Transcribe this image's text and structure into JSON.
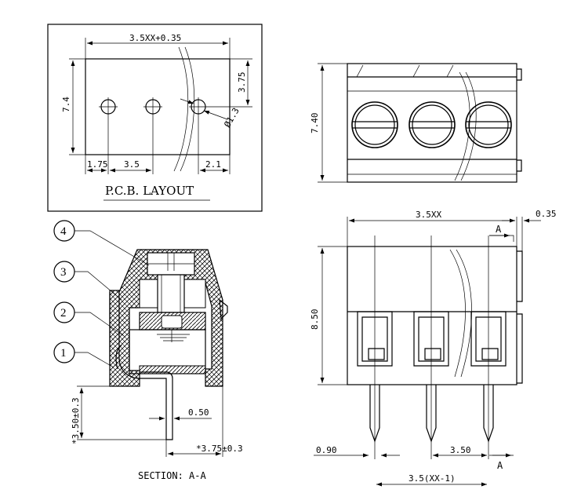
{
  "pcb_layout": {
    "title": "P.C.B.  LAYOUT",
    "dim_top": "3.5XX+0.35",
    "dim_left": "7.4",
    "dim_right": "3.75",
    "dim_hole": "Ø1.3",
    "dim_b1": "1.75",
    "dim_b2": "3.5",
    "dim_b3": "2.1"
  },
  "top_view": {
    "dim_height": "7.40"
  },
  "front_view": {
    "dim_top": "3.5XX",
    "dim_top_right": "0.35",
    "dim_height": "8.50",
    "dim_pin": "0.90",
    "dim_pitch": "3.50",
    "dim_bottom": "3.5(XX-1)",
    "section_mark_top": "A",
    "section_mark_bottom": "A"
  },
  "section_view": {
    "balloons": [
      "4",
      "3",
      "2",
      "1"
    ],
    "dim_lead": "*3.50±0.3",
    "dim_thick": "0.50",
    "dim_len": "*3.75±0.3",
    "title": "SECTION: A-A"
  }
}
